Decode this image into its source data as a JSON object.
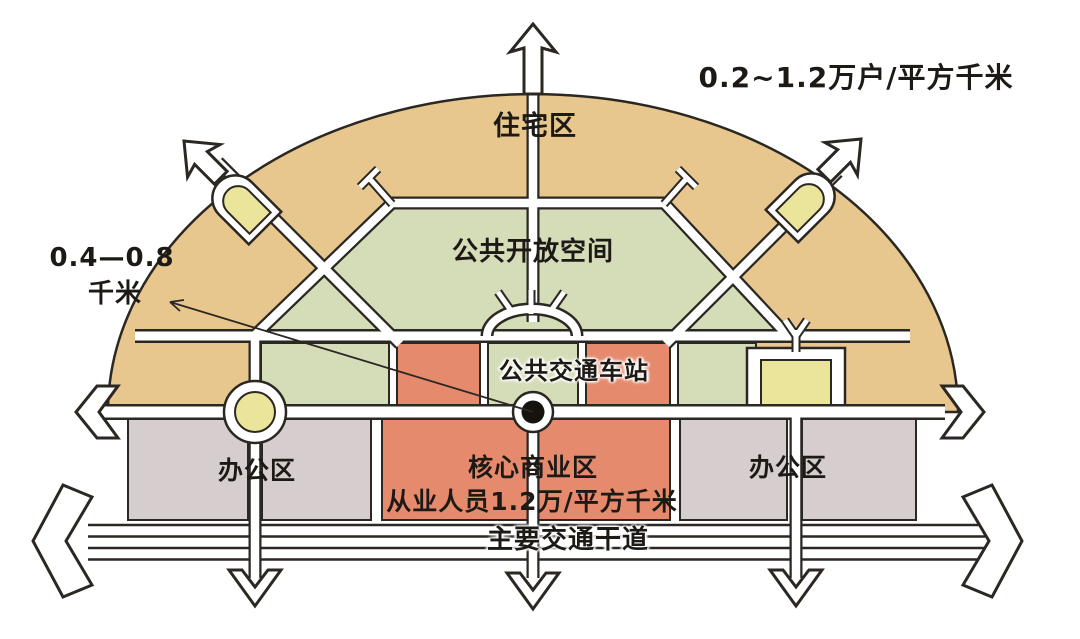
{
  "diagram": {
    "type": "tod-planning-schematic",
    "labels": {
      "residential_density": "0.2~1.2万户/平方千米",
      "residential": "住宅区",
      "radius_value": "0.4—0.8",
      "radius_unit": "千米",
      "open_space": "公共开放空间",
      "transit_station": "公共交通车站",
      "office": "办公区",
      "commercial_core": "核心商业区",
      "commercial_density": "从业人员1.2万/平方千米",
      "arterial_road": "主要交通干道"
    },
    "colors": {
      "residential": "#e8c78f",
      "openspace": "#d5ddb8",
      "commercial": "#e68a6d",
      "office": "#d6cdce",
      "landmark": "#ebe49b",
      "outline": "#2b2722",
      "road": "#ffffff",
      "station": "#16130f"
    },
    "icons": {
      "station_marker": "black-dot-in-white-circle",
      "roundabout": "yellow-circle-on-road",
      "transit_stop": "yellow-capsule-on-road",
      "landmark_block": "yellow-square-block",
      "direction_arrow": "white-outlined-arrow",
      "arterial_arrow": "large-outlined-chevron",
      "radius_pointer": "thin-line-arrow"
    }
  }
}
